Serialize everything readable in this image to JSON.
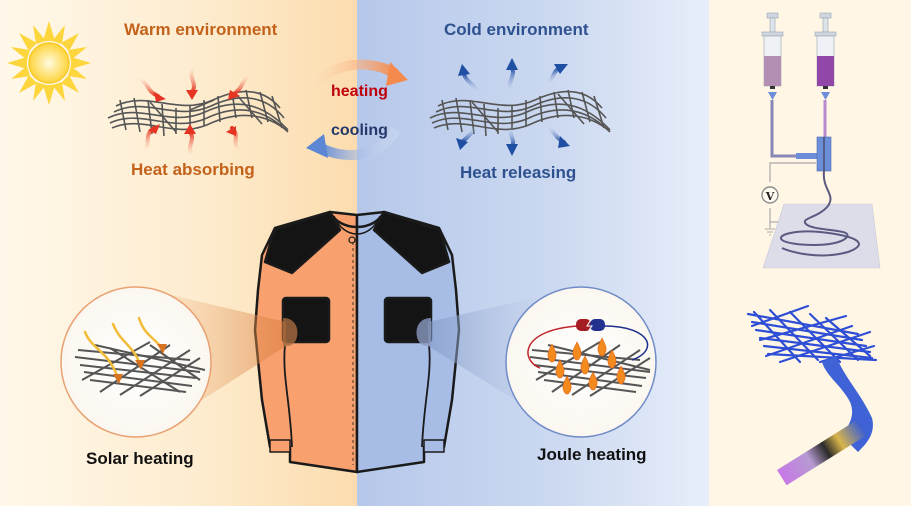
{
  "figure": {
    "panels": {
      "warm": {
        "title": "Warm environment",
        "process_label": "Heat absorbing",
        "detail_label": "Solar heating",
        "background_color": "#fdeccf",
        "accent_color": "#c4621b",
        "icon": "sun-icon"
      },
      "cold": {
        "title": "Cold environment",
        "process_label": "Heat releasing",
        "detail_label": "Joule heating",
        "background_color": "#cbd8f0",
        "accent_color": "#2e528f",
        "icon": "moon-icon"
      },
      "fabrication": {
        "background_color": "#fff6e6",
        "voltmeter_symbol": "V"
      }
    },
    "cycle": {
      "heating_label": "heating",
      "cooling_label": "cooling",
      "heating_color": "#c0000b",
      "cooling_color": "#24386a"
    },
    "garment": {
      "left_half_color": "#f9a06f",
      "right_half_color": "#a7bde6",
      "trim_color": "#141414"
    }
  }
}
